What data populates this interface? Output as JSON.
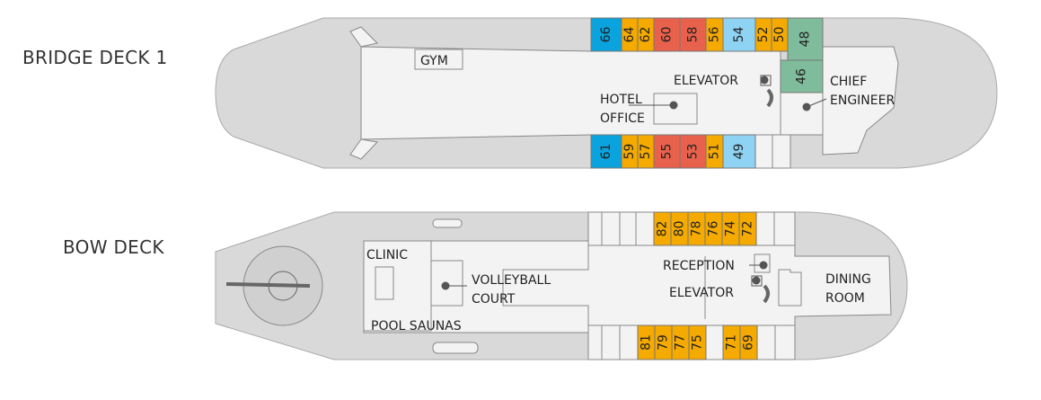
{
  "decks": [
    {
      "name": "BRIDGE DECK 1"
    },
    {
      "name": "BOW DECK"
    }
  ],
  "colors": {
    "blue": "#0aa3dd",
    "orange": "#f5aa00",
    "red": "#e8614c",
    "lightblue": "#8ed3f3",
    "green": "#7fbc9b",
    "hull": "#d9d9d9",
    "floor": "#f3f3f3"
  },
  "bridge": {
    "labels": {
      "gym": "GYM",
      "elevator": "ELEVATOR",
      "hotel_office_1": "HOTEL",
      "hotel_office_2": "OFFICE",
      "chief_1": "CHIEF",
      "chief_2": "ENGINEER"
    },
    "top_cabins": [
      {
        "num": "66",
        "type": "blue"
      },
      {
        "num": "64",
        "type": "orange"
      },
      {
        "num": "62",
        "type": "orange"
      },
      {
        "num": "60",
        "type": "red"
      },
      {
        "num": "58",
        "type": "red"
      },
      {
        "num": "56",
        "type": "orange"
      },
      {
        "num": "54",
        "type": "lightblue"
      },
      {
        "num": "52",
        "type": "orange"
      },
      {
        "num": "50",
        "type": "orange"
      },
      {
        "num": "48",
        "type": "green"
      }
    ],
    "mid_cabins": [
      {
        "num": "46",
        "type": "green"
      }
    ],
    "bottom_cabins": [
      {
        "num": "61",
        "type": "blue"
      },
      {
        "num": "59",
        "type": "orange"
      },
      {
        "num": "57",
        "type": "orange"
      },
      {
        "num": "55",
        "type": "red"
      },
      {
        "num": "53",
        "type": "red"
      },
      {
        "num": "51",
        "type": "orange"
      },
      {
        "num": "49",
        "type": "lightblue"
      }
    ]
  },
  "bow": {
    "labels": {
      "clinic": "CLINIC",
      "volleyball_1": "VOLLEYBALL",
      "volleyball_2": "COURT",
      "pool_saunas": "POOL SAUNAS",
      "reception": "RECEPTION",
      "elevator": "ELEVATOR",
      "dining_1": "DINING",
      "dining_2": "ROOM"
    },
    "top_cabins": [
      {
        "num": "82",
        "type": "orange"
      },
      {
        "num": "80",
        "type": "orange"
      },
      {
        "num": "78",
        "type": "orange"
      },
      {
        "num": "76",
        "type": "orange"
      },
      {
        "num": "74",
        "type": "orange"
      },
      {
        "num": "72",
        "type": "orange"
      }
    ],
    "bottom_cabins": [
      {
        "num": "81",
        "type": "orange"
      },
      {
        "num": "79",
        "type": "orange"
      },
      {
        "num": "77",
        "type": "orange"
      },
      {
        "num": "75",
        "type": "orange"
      },
      {
        "num": "71",
        "type": "orange"
      },
      {
        "num": "69",
        "type": "orange"
      }
    ]
  }
}
